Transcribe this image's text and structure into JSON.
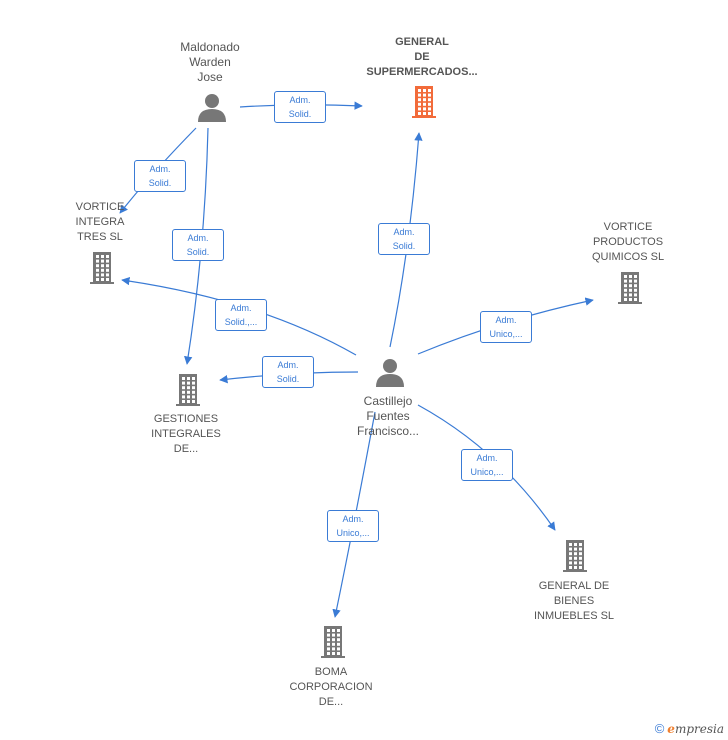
{
  "colors": {
    "edge": "#3a7bd5",
    "building": "#777777",
    "building_highlight": "#f26b3a",
    "person": "#777777"
  },
  "nodes": [
    {
      "id": "maldonado",
      "type": "person",
      "label": "Maldonado\nWarden\nJose"
    },
    {
      "id": "castillejo",
      "type": "person",
      "label": "Castillejo\nFuentes\nFrancisco..."
    },
    {
      "id": "general_super",
      "type": "company",
      "highlight": true,
      "label": "GENERAL\nDE\nSUPERMERCADOS..."
    },
    {
      "id": "vortice_integra",
      "type": "company",
      "label": "VORTICE\nINTEGRA\nTRES SL"
    },
    {
      "id": "vortice_productos",
      "type": "company",
      "label": "VORTICE\nPRODUCTOS\nQUIMICOS  SL"
    },
    {
      "id": "gestiones",
      "type": "company",
      "label": "GESTIONES\nINTEGRALES\nDE..."
    },
    {
      "id": "general_bienes",
      "type": "company",
      "label": "GENERAL DE\nBIENES\nINMUEBLES  SL"
    },
    {
      "id": "boma",
      "type": "company",
      "label": "BOMA\nCORPORACION\nDE..."
    }
  ],
  "edges": [
    {
      "from": "maldonado",
      "to": "general_super",
      "label": "Adm.\nSolid."
    },
    {
      "from": "maldonado",
      "to": "vortice_integra",
      "label": "Adm.\nSolid."
    },
    {
      "from": "maldonado",
      "to": "gestiones",
      "label": "Adm.\nSolid."
    },
    {
      "from": "castillejo",
      "to": "general_super",
      "label": "Adm.\nSolid."
    },
    {
      "from": "castillejo",
      "to": "vortice_integra",
      "label": "Adm.\nSolid.,..."
    },
    {
      "from": "castillejo",
      "to": "gestiones",
      "label": "Adm.\nSolid."
    },
    {
      "from": "castillejo",
      "to": "vortice_productos",
      "label": "Adm.\nUnico,..."
    },
    {
      "from": "castillejo",
      "to": "general_bienes",
      "label": "Adm.\nUnico,..."
    },
    {
      "from": "castillejo",
      "to": "boma",
      "label": "Adm.\nUnico,..."
    }
  ],
  "footer": {
    "copyright": "©",
    "brand_initial": "e",
    "brand_rest": "mpresia"
  }
}
